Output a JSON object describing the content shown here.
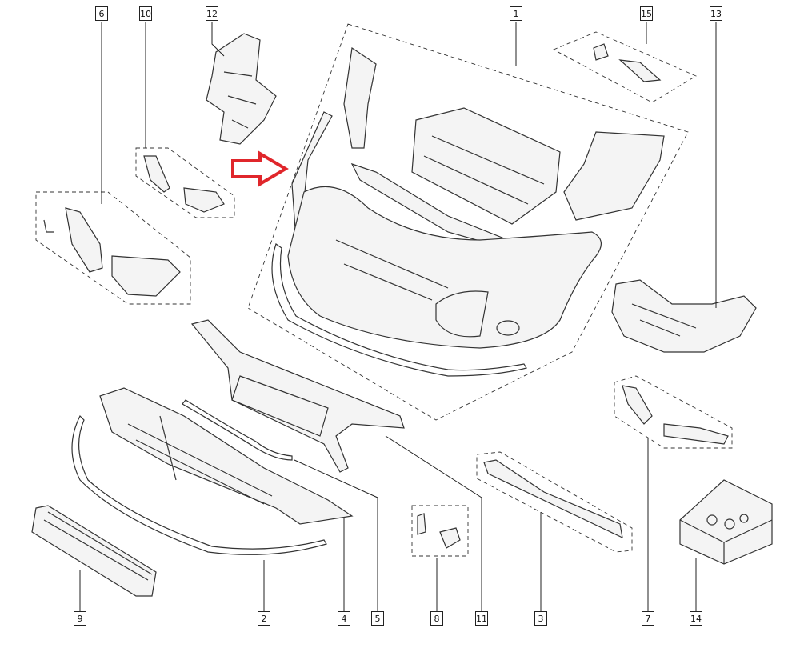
{
  "diagram": {
    "callouts_top": [
      "6",
      "10",
      "12",
      "1",
      "15",
      "13"
    ],
    "callouts_bottom": [
      "9",
      "2",
      "4",
      "5",
      "8",
      "11",
      "3",
      "7",
      "14"
    ],
    "highlight_color": "#e0262b",
    "highlight_icon": "red-arrow-right-icon"
  }
}
